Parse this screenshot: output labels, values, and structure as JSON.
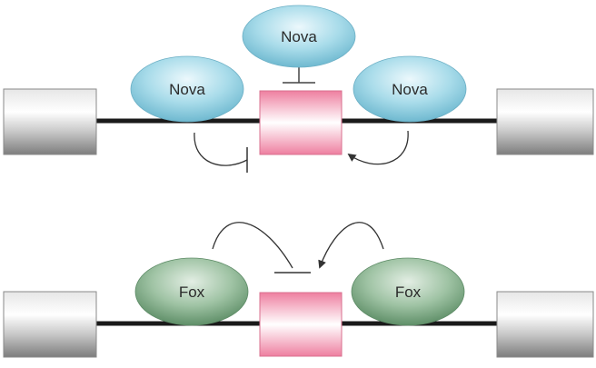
{
  "top_panel": {
    "protein_labels": [
      "Nova",
      "Nova",
      "Nova"
    ],
    "protein_color": "#8fd0e2",
    "exon_color": "#f2a6bb",
    "flank_exon_color": "#b8b8b8",
    "arrow_types": [
      "inhibition",
      "inhibition",
      "activation"
    ]
  },
  "bottom_panel": {
    "protein_labels": [
      "Fox",
      "Fox"
    ],
    "protein_color": "#8fb596",
    "exon_color": "#f2a6bb",
    "flank_exon_color": "#b8b8b8",
    "arrow_types": [
      "inhibition",
      "activation"
    ]
  }
}
